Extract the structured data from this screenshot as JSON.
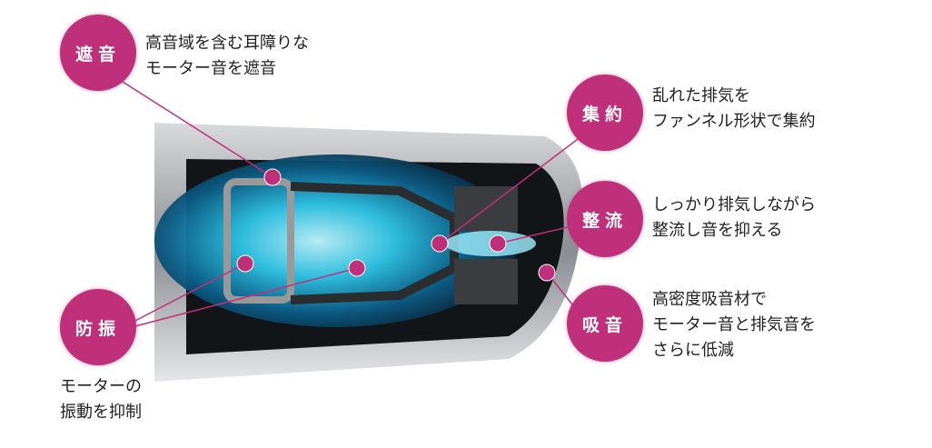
{
  "accent_color": "#c0307a",
  "features": [
    {
      "label": "遮音",
      "description": "高音域を含む耳障りな\nモーター音を遮音"
    },
    {
      "label": "防振",
      "description": "モーターの\n振動を抑制"
    },
    {
      "label": "集約",
      "description": "乱れた排気を\nファンネル形状で集約"
    },
    {
      "label": "整流",
      "description": "しっかり排気しながら\n整流し音を抑える"
    },
    {
      "label": "吸音",
      "description": "高密度吸音材で\nモーター音と排気音を\nさらに低減"
    }
  ]
}
